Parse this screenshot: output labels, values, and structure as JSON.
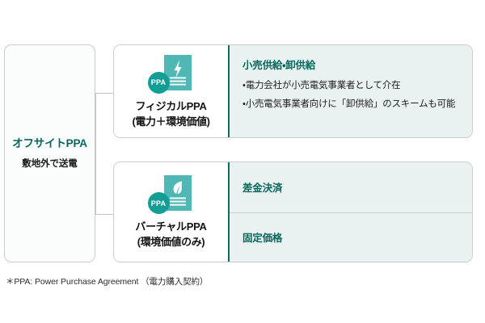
{
  "colors": {
    "accent_teal": "#06675d",
    "divider_teal": "#0f6a62",
    "icon_doc": "#4fb8b4",
    "badge": "#129e94",
    "panel_bg": "#eaf2f1",
    "card_border": "#c9cdcd",
    "connector": "#bfc4c4",
    "body_text": "#1d1d1d"
  },
  "root": {
    "title": "オフサイトPPA",
    "subtitle": "敷地外で送電"
  },
  "branches": [
    {
      "id": "physical",
      "icon_badge": "PPA",
      "icon_glyph": "lightning-bolt-document-icon",
      "label": "フィジカルPPA",
      "sublabel": "(電力＋環境価値)",
      "panel": {
        "heading": "小売供給・卸供給",
        "bullets": [
          "・電力会社が小売電気事業者として介在",
          "・小売電気事業者向けに「卸供給」のスキームも可能"
        ]
      }
    },
    {
      "id": "virtual",
      "icon_badge": "PPA",
      "icon_glyph": "leaf-document-icon",
      "label": "バーチャルPPA",
      "sublabel": "(環境価値のみ)",
      "rows": [
        {
          "heading": "差金決済"
        },
        {
          "heading": "固定価格"
        }
      ]
    }
  ],
  "footnote": "＊PPA: Power Purchase Agreement （電力購入契約）"
}
